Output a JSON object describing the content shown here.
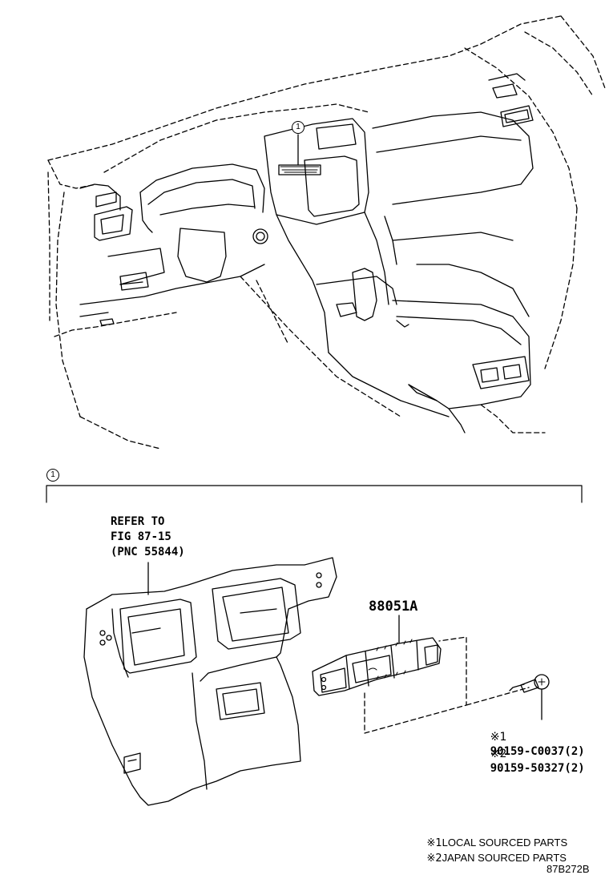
{
  "callout_number": "1",
  "refer_block": {
    "line1": "REFER TO",
    "line2": "FIG 87-15",
    "line3": "(PNC 55844)"
  },
  "part_number": "88051A",
  "screws": [
    {
      "mark": "※1",
      "part": "90159-C0037(2)"
    },
    {
      "mark": "※2",
      "part": "90159-50327(2)"
    }
  ],
  "legend": [
    {
      "mark": "※1",
      "text": "LOCAL SOURCED PARTS"
    },
    {
      "mark": "※2",
      "text": "JAPAN SOURCED PARTS"
    }
  ],
  "figure_code": "87B272B"
}
